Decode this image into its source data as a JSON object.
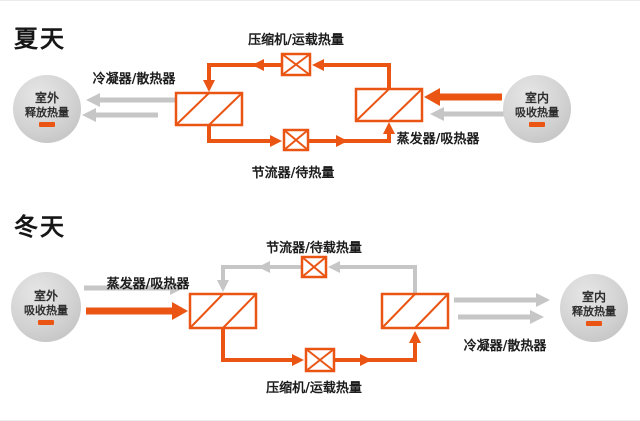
{
  "colors": {
    "accent": "#ea5514",
    "gray": "#c6c6c6"
  },
  "summer": {
    "title": "夏天",
    "compressor_label": "压缩机/运载热量",
    "condenser_label": "冷凝器/散热器",
    "throttle_label": "节流器/待热量",
    "evaporator_label": "蒸发器/吸热器",
    "outdoor": {
      "line1": "室外",
      "line2": "释放热量"
    },
    "indoor": {
      "line1": "室内",
      "line2": "吸收热量"
    }
  },
  "winter": {
    "title": "冬天",
    "throttle_label": "节流器/待载热量",
    "evaporator_label": "蒸发器/吸热器",
    "compressor_label": "压缩机/运载热量",
    "condenser_label": "冷凝器/散热器",
    "outdoor": {
      "line1": "室外",
      "line2": "吸收热量"
    },
    "indoor": {
      "line1": "室内",
      "line2": "释放热量"
    }
  }
}
